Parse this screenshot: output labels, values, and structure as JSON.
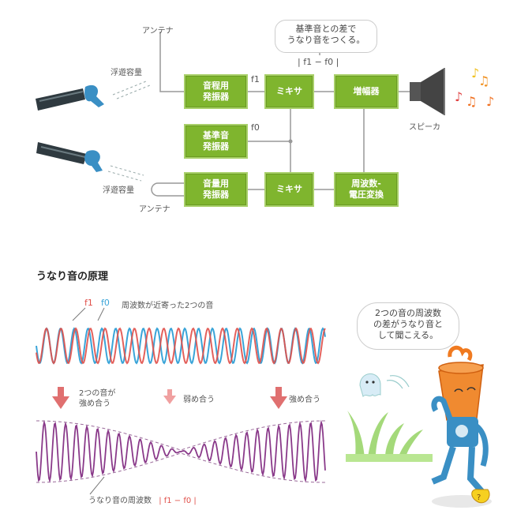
{
  "diagram": {
    "antenna_top": "アンテナ",
    "antenna_bottom": "アンテナ",
    "stray_top": "浮遊容量",
    "stray_bottom": "浮遊容量",
    "box_pitch_osc": "音程用\n発振器",
    "box_ref_osc": "基準音\n発振器",
    "box_vol_osc": "音量用\n発振器",
    "box_mixer_top": "ミキサ",
    "box_mixer_bottom": "ミキサ",
    "box_amp": "増幅器",
    "box_fv": "周波数-\n電圧変換",
    "label_f1": "f1",
    "label_f0": "f0",
    "speaker": "スピーカ",
    "bubble": "基準音との差で\nうなり音をつくる。",
    "formula": "| f1 − f0 |"
  },
  "beat": {
    "title": "うなり音の原理",
    "legend_f1": "f1",
    "legend_f0": "f0",
    "legend_text": "周波数が近寄った2つの音",
    "strong_left": "2つの音が\n強め合う",
    "weak_mid": "弱め合う",
    "strong_right": "強め合う",
    "beat_freq_label": "うなり音の周波数",
    "beat_formula": "| f1 − f0 |",
    "character_bubble": "2つの音の周波数\nの差がうなり音と\nして聞こえる。"
  },
  "colors": {
    "box_green": "#7fb52e",
    "f1_red": "#e0504a",
    "f0_blue": "#3aa4d8",
    "beat_purple": "#8a3a8a",
    "arrow_red": "#e07070"
  }
}
